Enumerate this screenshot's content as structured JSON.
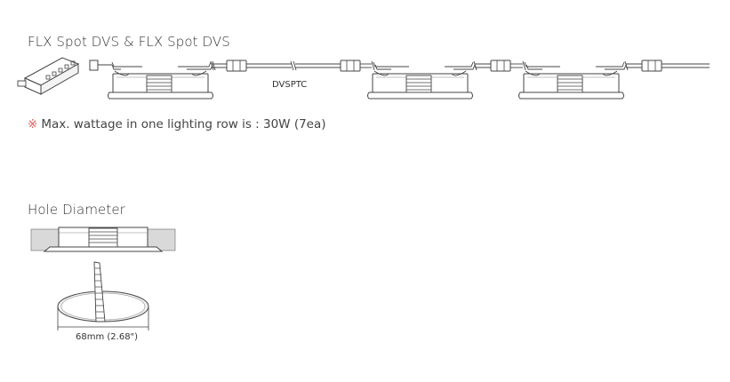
{
  "wiring": {
    "title": "FLX Spot DVS & FLX Spot DVS",
    "cable_label": "DVSPTC",
    "note_mark": "※",
    "note_text": "Max. wattage in one lighting row is : 30W (7ea)"
  },
  "hole": {
    "title": "Hole Diameter",
    "dimension_label": "68mm (2.68\")"
  },
  "colors": {
    "line": "#444444",
    "light_fill": "#eeeeee",
    "ceiling_fill": "#d9d9d9",
    "note_mark": "#e05a5a"
  }
}
